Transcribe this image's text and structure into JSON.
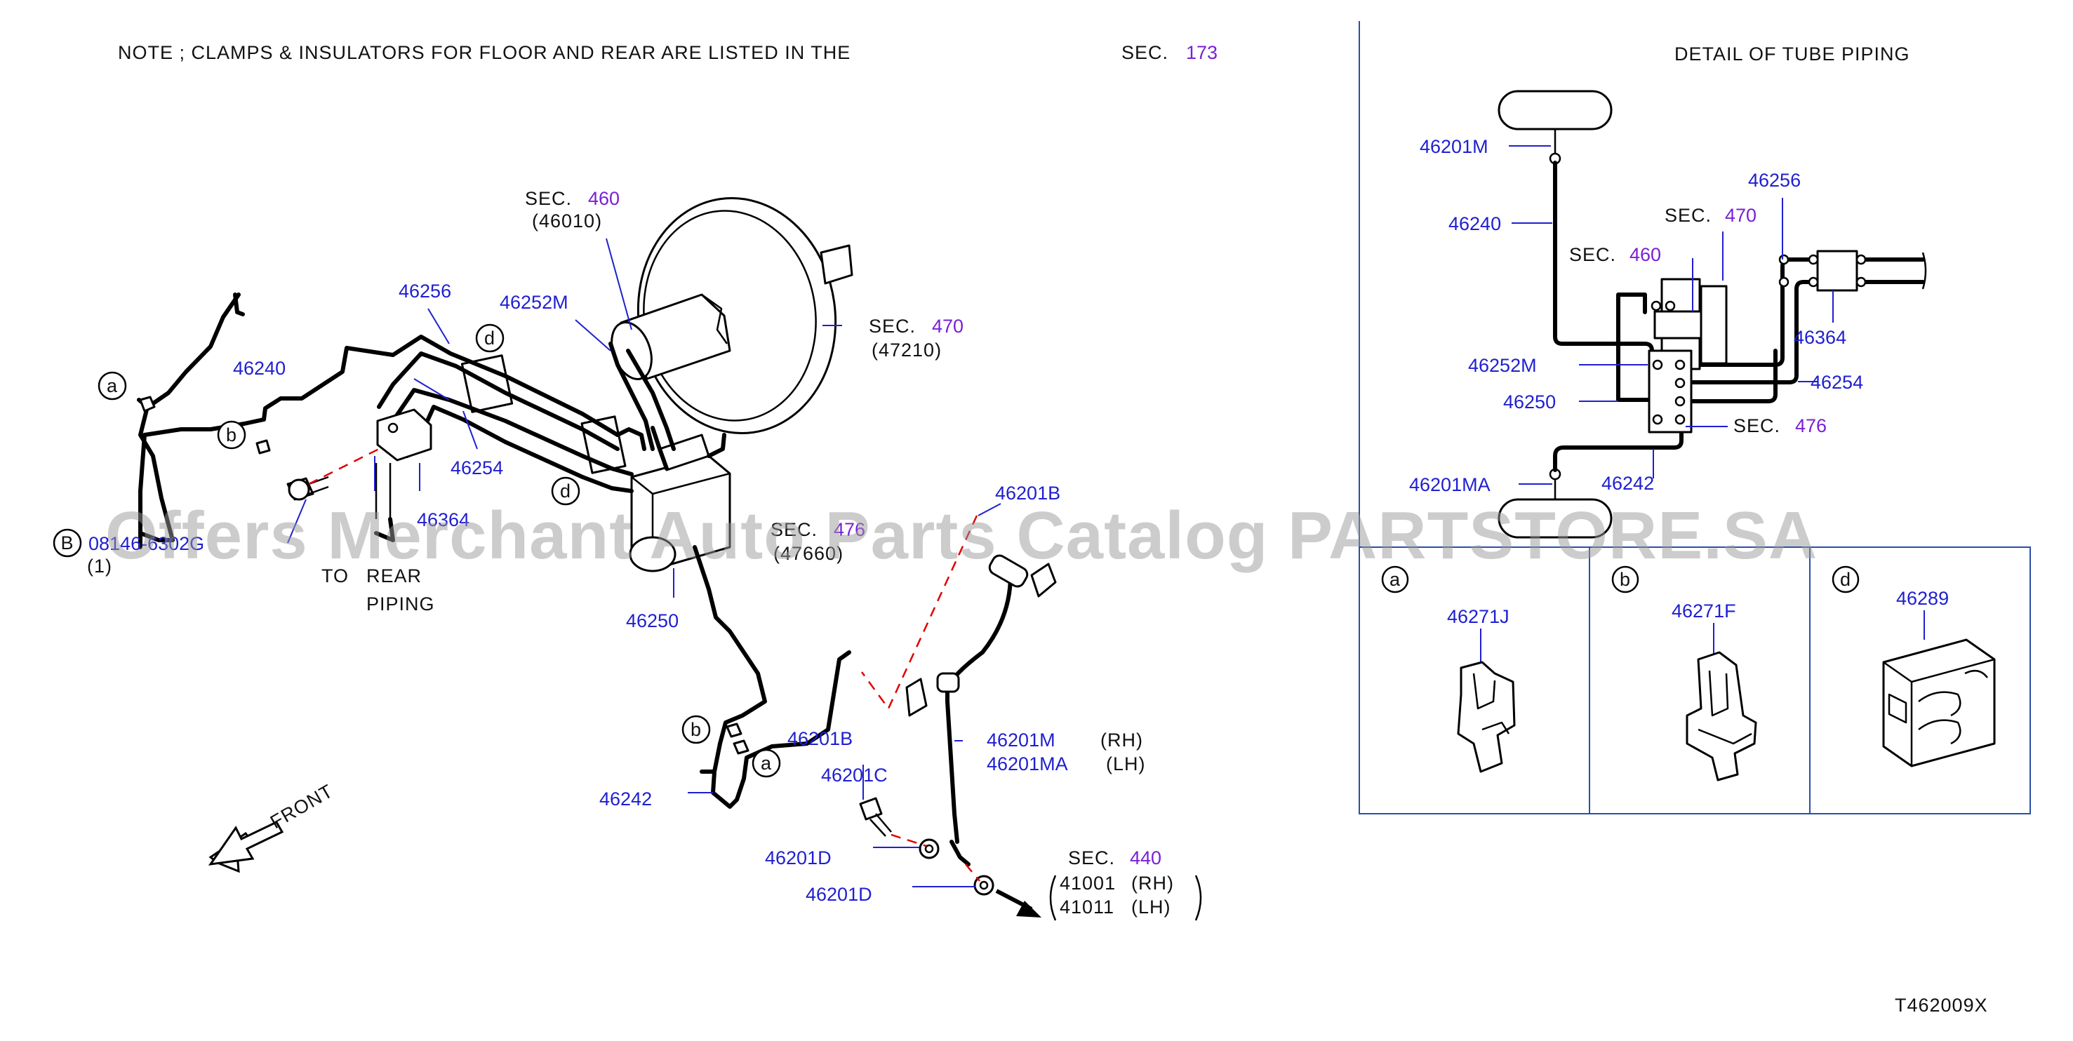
{
  "note": {
    "text": "NOTE ; CLAMPS & INSULATORS FOR FLOOR AND REAR ARE LISTED IN THE",
    "sec_label": "SEC.",
    "sec_num": "173"
  },
  "detail_title": "DETAIL OF TUBE PIPING",
  "diagram_code": "T462009X",
  "watermark": "Offers Merchant Auto Parts Catalog PARTSTORE.SA",
  "front_label": "FRONT",
  "to_rear_piping": [
    "TO",
    "REAR",
    "PIPING"
  ],
  "main_callouts": {
    "sec460": {
      "label": "SEC.",
      "num": "460",
      "sub": "(46010)"
    },
    "sec470": {
      "label": "SEC.",
      "num": "470",
      "sub": "(47210)"
    },
    "sec476": {
      "label": "SEC.",
      "num": "476",
      "sub": "(47660)"
    },
    "sec440": {
      "label": "SEC.",
      "num": "440",
      "rows": [
        [
          "41001",
          "(RH)"
        ],
        [
          "41011",
          "(LH)"
        ]
      ]
    },
    "p46256": "46256",
    "p46240": "46240",
    "p46252M": "46252M",
    "p46254": "46254",
    "p46364": "46364",
    "p46250": "46250",
    "p46242": "46242",
    "p46201B_top": "46201B",
    "p46201B_bot": "46201B",
    "p46201M": "46201M",
    "p46201M_side": "(RH)",
    "p46201MA": "46201MA",
    "p46201MA_side": "(LH)",
    "p46201C": "46201C",
    "p46201D_1": "46201D",
    "p46201D_2": "46201D",
    "bolt_letter": "B",
    "bolt_pn": "08146-6302G",
    "bolt_qty": "(1)"
  },
  "detail_callouts": {
    "p46201M": "46201M",
    "p46240": "46240",
    "p46256": "46256",
    "sec470": {
      "label": "SEC.",
      "num": "470"
    },
    "sec460": {
      "label": "SEC.",
      "num": "460"
    },
    "p46364": "46364",
    "p46252M": "46252M",
    "p46254": "46254",
    "p46250": "46250",
    "sec476": {
      "label": "SEC.",
      "num": "476"
    },
    "p46201MA": "46201MA",
    "p46242": "46242"
  },
  "markers": {
    "a": "a",
    "b": "b",
    "d": "d"
  },
  "clip_boxes": [
    {
      "letter": "a",
      "part": "46271J"
    },
    {
      "letter": "b",
      "part": "46271F"
    },
    {
      "letter": "d",
      "part": "46289"
    }
  ]
}
